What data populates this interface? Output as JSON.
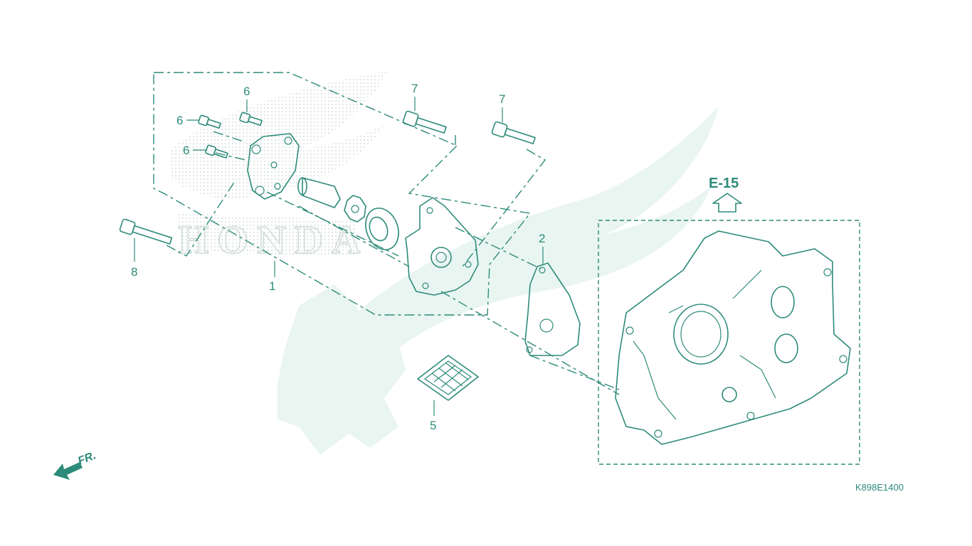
{
  "colors": {
    "line": "#2e8b7a",
    "watermark": "#e6f4f0",
    "background": "#ffffff"
  },
  "watermark": {
    "brand": "HONDA"
  },
  "callouts": [
    {
      "id": "c1",
      "label": "1"
    },
    {
      "id": "c2",
      "label": "2"
    },
    {
      "id": "c5",
      "label": "5"
    },
    {
      "id": "c6a",
      "label": "6"
    },
    {
      "id": "c6b",
      "label": "6"
    },
    {
      "id": "c6c",
      "label": "6"
    },
    {
      "id": "c7a",
      "label": "7"
    },
    {
      "id": "c7b",
      "label": "7"
    },
    {
      "id": "c8",
      "label": "8"
    }
  ],
  "reference": {
    "label": "E-15"
  },
  "direction": {
    "label": "FR."
  },
  "drawing_code": "K898E1400"
}
